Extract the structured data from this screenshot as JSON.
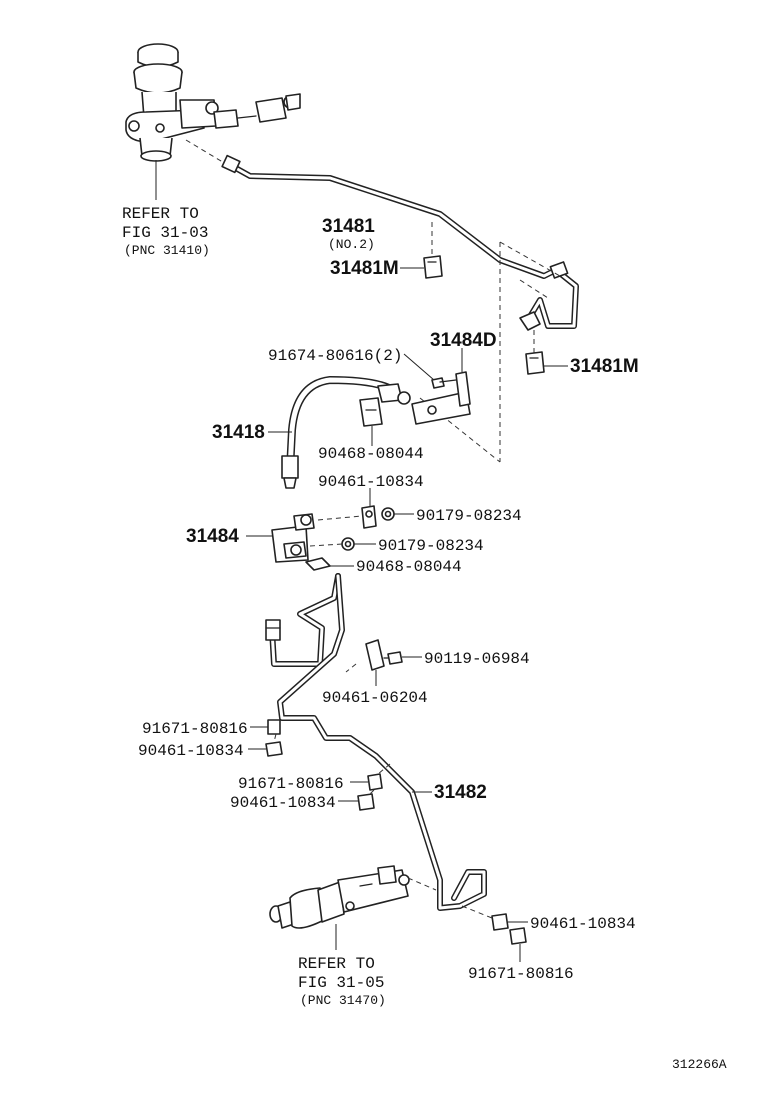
{
  "diagram_id": "312266A",
  "references": {
    "top": {
      "line1": "REFER TO",
      "line2": "FIG 31-03",
      "line3": "(PNC 31410)"
    },
    "bottom": {
      "line1": "REFER TO",
      "line2": "FIG 31-05",
      "line3": "(PNC 31470)"
    }
  },
  "parts": {
    "p31481": "31481",
    "p31481_note": "(NO.2)",
    "p31481M_a": "31481M",
    "p31481M_b": "31481M",
    "p31484D": "31484D",
    "p91674": "91674-80616(2)",
    "p31418": "31418",
    "p90468_a": "90468-08044",
    "p90461_a": "90461-10834",
    "p90179_a": "90179-08234",
    "p31484": "31484",
    "p90179_b": "90179-08234",
    "p90468_b": "90468-08044",
    "p90119": "90119-06984",
    "p90461_b": "90461-06204",
    "p91671_a": "91671-80816",
    "p90461_c": "90461-10834",
    "p91671_b": "91671-80816",
    "p90461_d": "90461-10834",
    "p31482": "31482",
    "p90461_e": "90461-10834",
    "p91671_c": "91671-80816"
  }
}
